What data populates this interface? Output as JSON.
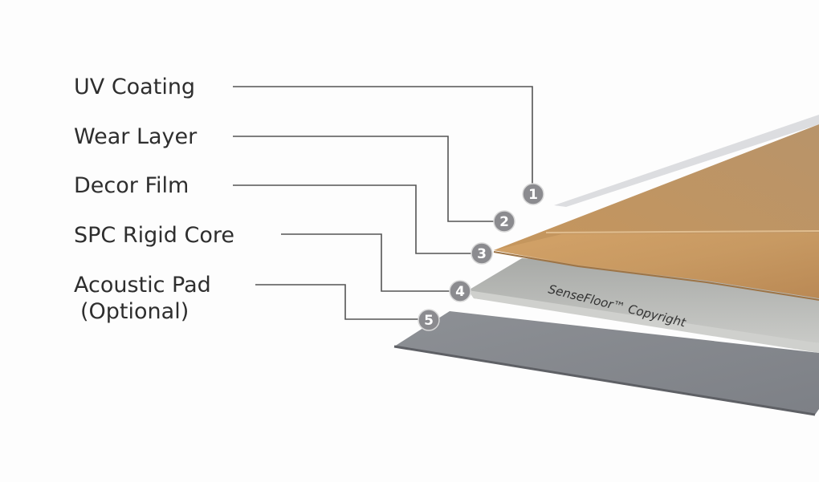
{
  "layers": [
    {
      "number": "1",
      "label": "UV Coating"
    },
    {
      "number": "2",
      "label": "Wear Layer"
    },
    {
      "number": "3",
      "label": "Decor Film"
    },
    {
      "number": "4",
      "label": "SPC Rigid Core"
    },
    {
      "number": "5",
      "label": "Acoustic Pad",
      "label_line2": "(Optional)"
    }
  ],
  "core_imprint": "SenseFloor™ Copyright",
  "colors": {
    "uv_coating": "#dcdde0",
    "wood": "#c9965a",
    "core": "#b9bbb8",
    "pad": "#8b8d92",
    "badge": "#8b8b8f",
    "leader_line": "#555555"
  }
}
